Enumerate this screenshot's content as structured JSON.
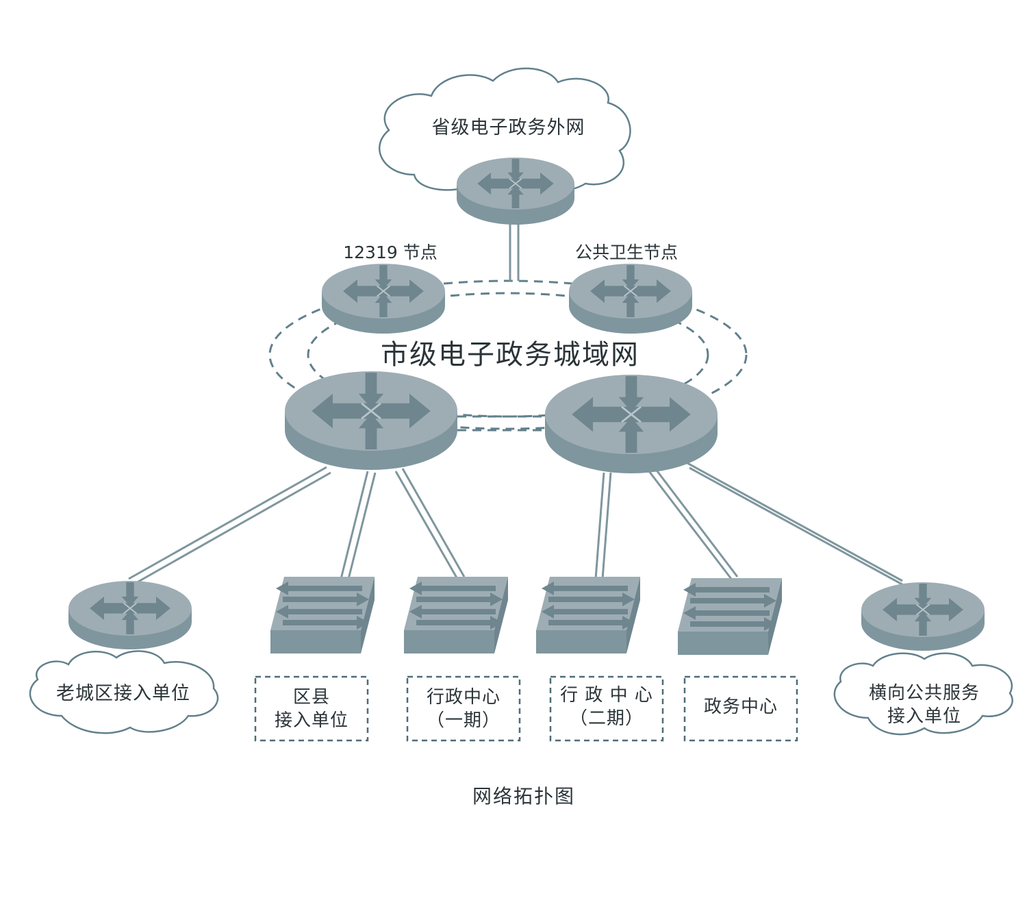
{
  "diagram": {
    "top_cloud": "省级电子政务外网",
    "node_12319": "12319 节点",
    "node_public_health": "公共卫生节点",
    "ring_label": "市级电子政务城域网",
    "old_city_cloud": "老城区接入单位",
    "lateral_cloud": {
      "line1": "横向公共服务",
      "line2": "接入单位"
    },
    "boxes": [
      {
        "line1": "区县",
        "line2": "接入单位"
      },
      {
        "line1": "行政中心",
        "line2": "（一期）"
      },
      {
        "line1": "行 政 中 心",
        "line2": "（二期）"
      },
      {
        "line1": "政务中心",
        "line2": ""
      }
    ],
    "caption": "网络拓扑图"
  },
  "colors": {
    "device_top": "#9eadb4",
    "device_side": "#7f969e",
    "arrow": "#6f868f",
    "outline": "#62808c",
    "text": "#2b3438"
  }
}
